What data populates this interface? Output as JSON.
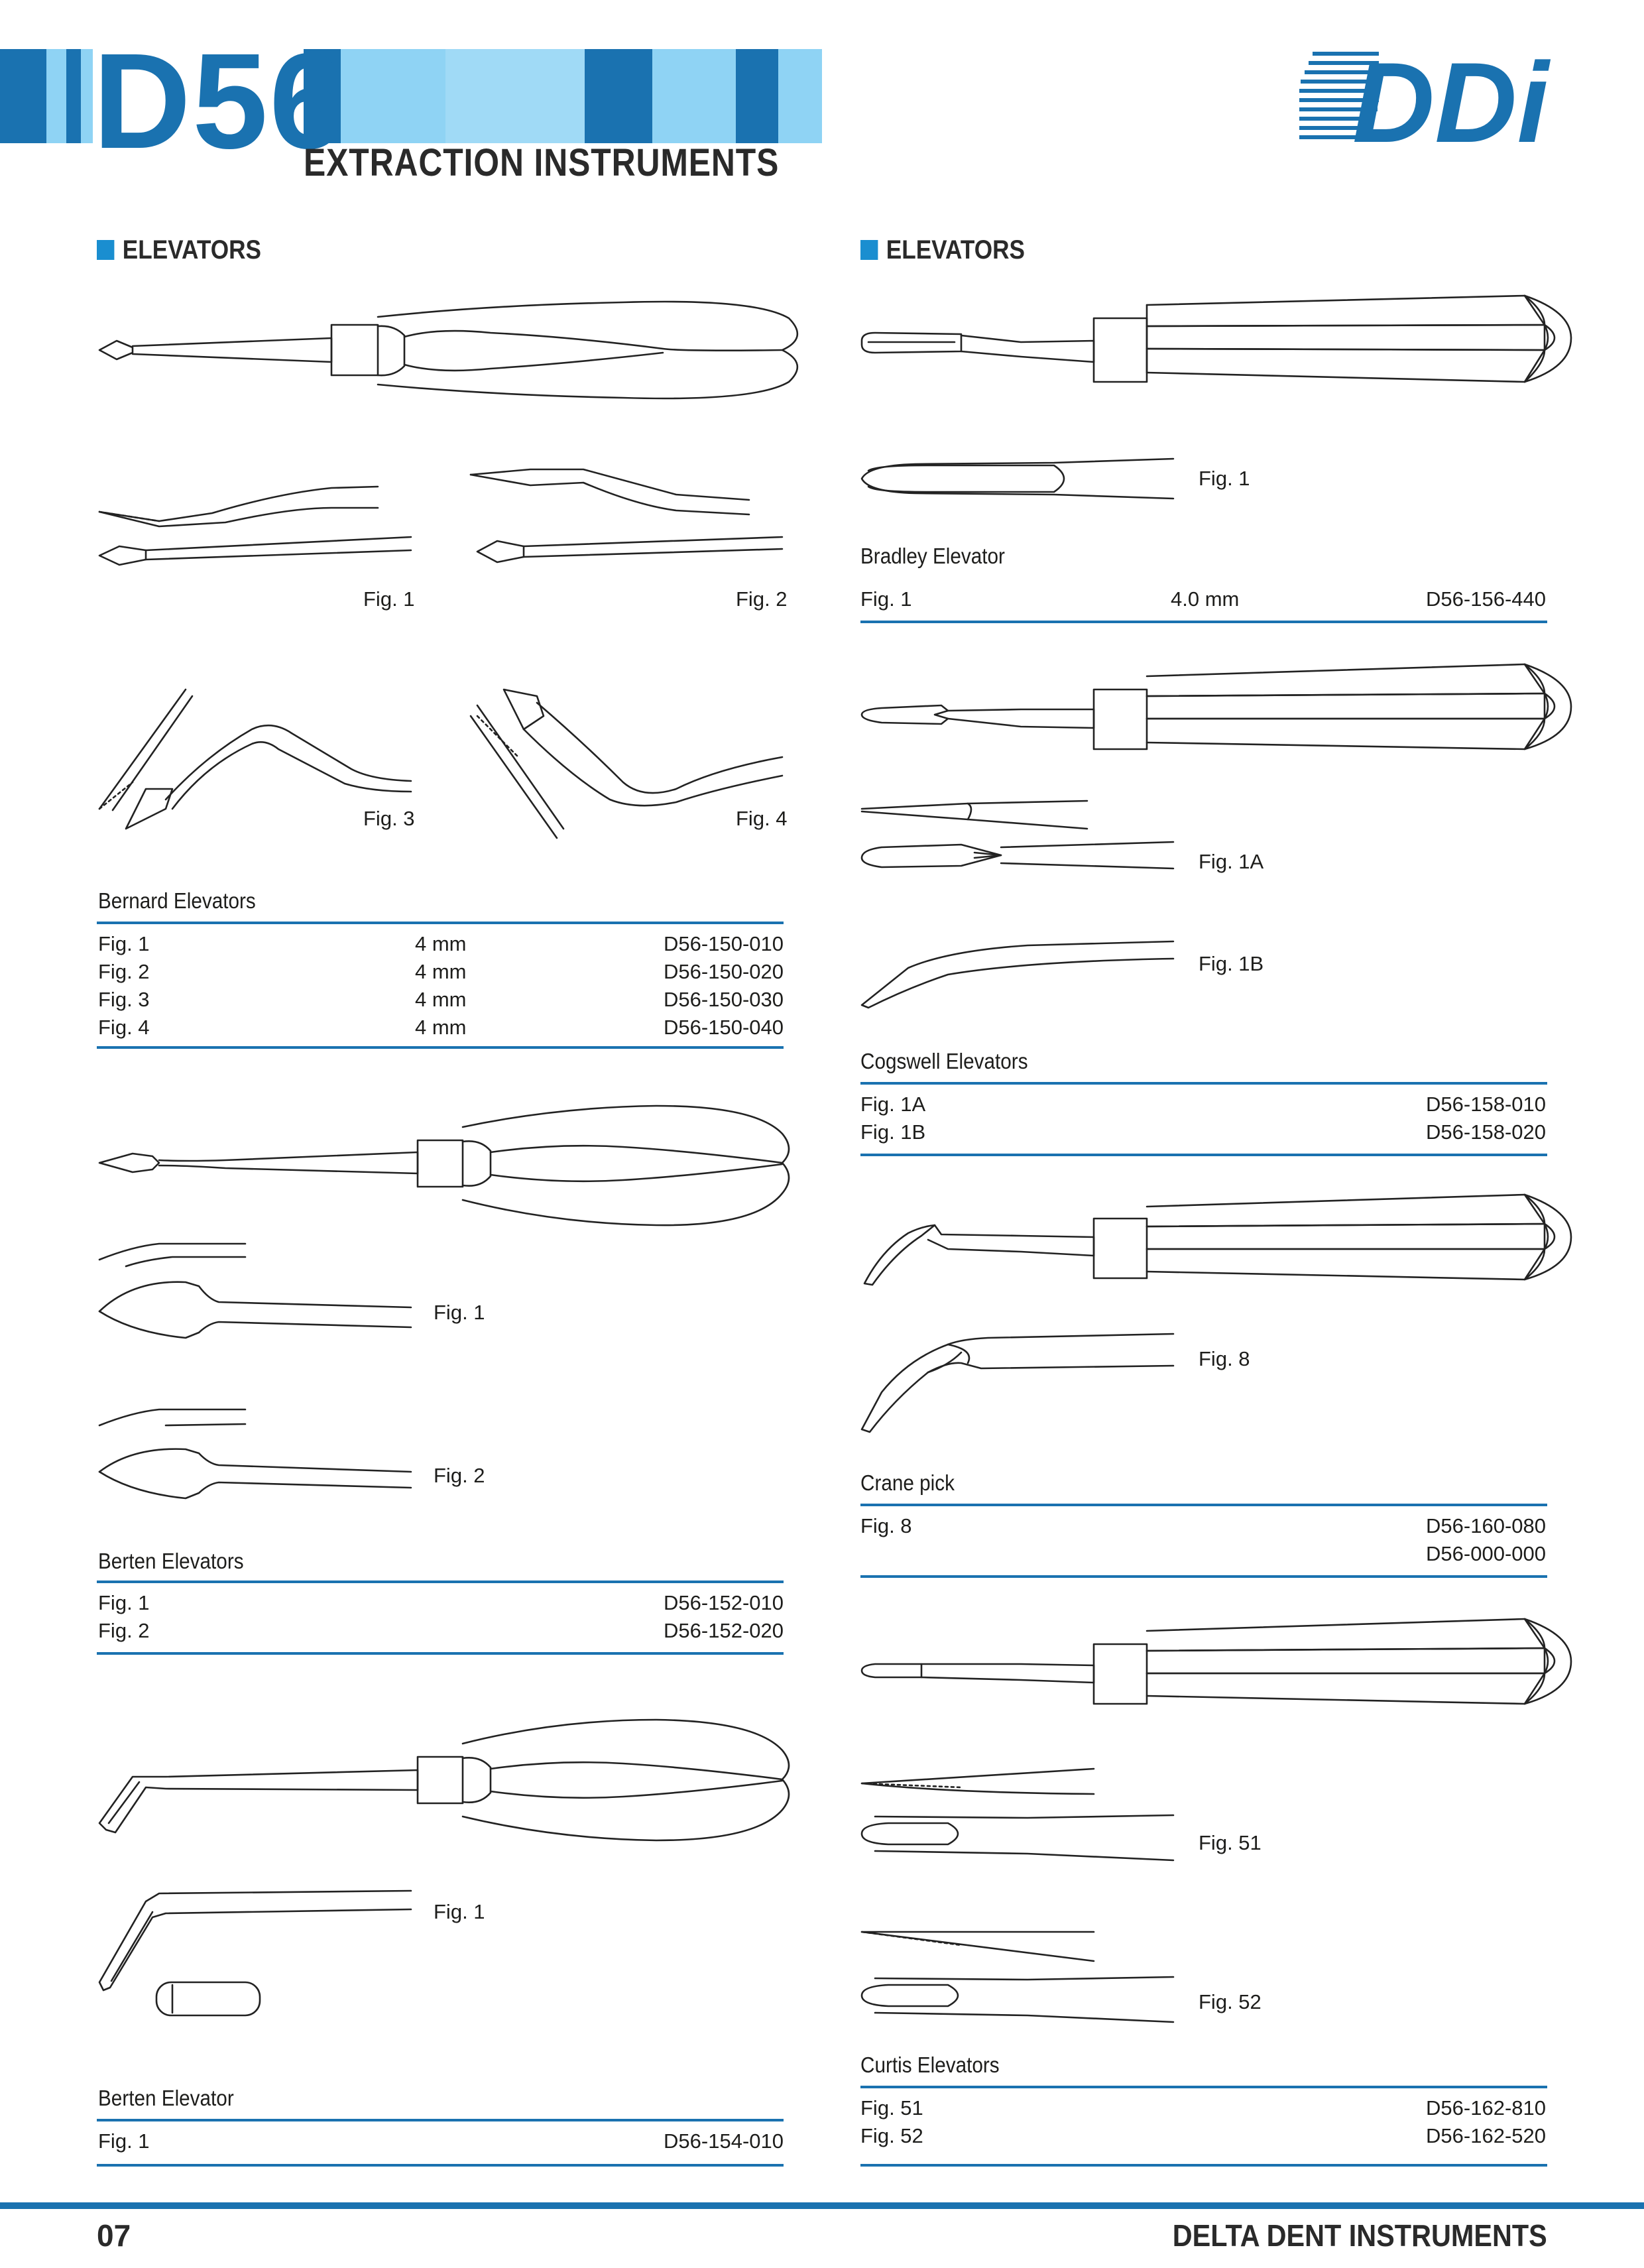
{
  "header": {
    "code": "D56",
    "subtitle": "EXTRACTION INSTRUMENTS",
    "logo": "DDi",
    "accent_color": "#1a72b0",
    "light_color": "#8fd3f4"
  },
  "left": {
    "section_title": "ELEVATORS",
    "products": [
      {
        "name": "Bernard Elevators",
        "figs": [
          "Fig. 1",
          "Fig. 2",
          "Fig. 3",
          "Fig. 4"
        ],
        "rows": [
          {
            "fig": "Fig. 1",
            "size": "4 mm",
            "code": "D56-150-010"
          },
          {
            "fig": "Fig. 2",
            "size": "4 mm",
            "code": "D56-150-020"
          },
          {
            "fig": "Fig. 3",
            "size": "4 mm",
            "code": "D56-150-030"
          },
          {
            "fig": "Fig. 4",
            "size": "4 mm",
            "code": "D56-150-040"
          }
        ]
      },
      {
        "name": "Berten Elevators",
        "figs": [
          "Fig. 1",
          "Fig. 2"
        ],
        "rows": [
          {
            "fig": "Fig. 1",
            "code": "D56-152-010"
          },
          {
            "fig": "Fig. 2",
            "code": "D56-152-020"
          }
        ]
      },
      {
        "name": "Berten Elevator",
        "figs": [
          "Fig. 1"
        ],
        "rows": [
          {
            "fig": "Fig. 1",
            "code": "D56-154-010"
          }
        ]
      }
    ]
  },
  "right": {
    "section_title": "ELEVATORS",
    "products": [
      {
        "name": "Bradley Elevator",
        "figs": [
          "Fig. 1"
        ],
        "rows": [
          {
            "fig": "Fig. 1",
            "size": "4.0 mm",
            "code": "D56-156-440"
          }
        ]
      },
      {
        "name": "Cogswell Elevators",
        "figs": [
          "Fig. 1A",
          "Fig. 1B"
        ],
        "rows": [
          {
            "fig": "Fig. 1A",
            "code": "D56-158-010"
          },
          {
            "fig": "Fig. 1B",
            "code": "D56-158-020"
          }
        ]
      },
      {
        "name": "Crane pick",
        "figs": [
          "Fig. 8"
        ],
        "rows": [
          {
            "fig": "Fig. 8",
            "code": "D56-160-080"
          },
          {
            "fig": "",
            "code": "D56-000-000"
          }
        ]
      },
      {
        "name": "Curtis Elevators",
        "figs": [
          "Fig. 51",
          "Fig. 52"
        ],
        "rows": [
          {
            "fig": "Fig. 51",
            "code": "D56-162-810"
          },
          {
            "fig": "Fig. 52",
            "code": "D56-162-520"
          }
        ]
      }
    ]
  },
  "footer": {
    "page_number": "07",
    "brand": "DELTA DENT INSTRUMENTS"
  }
}
